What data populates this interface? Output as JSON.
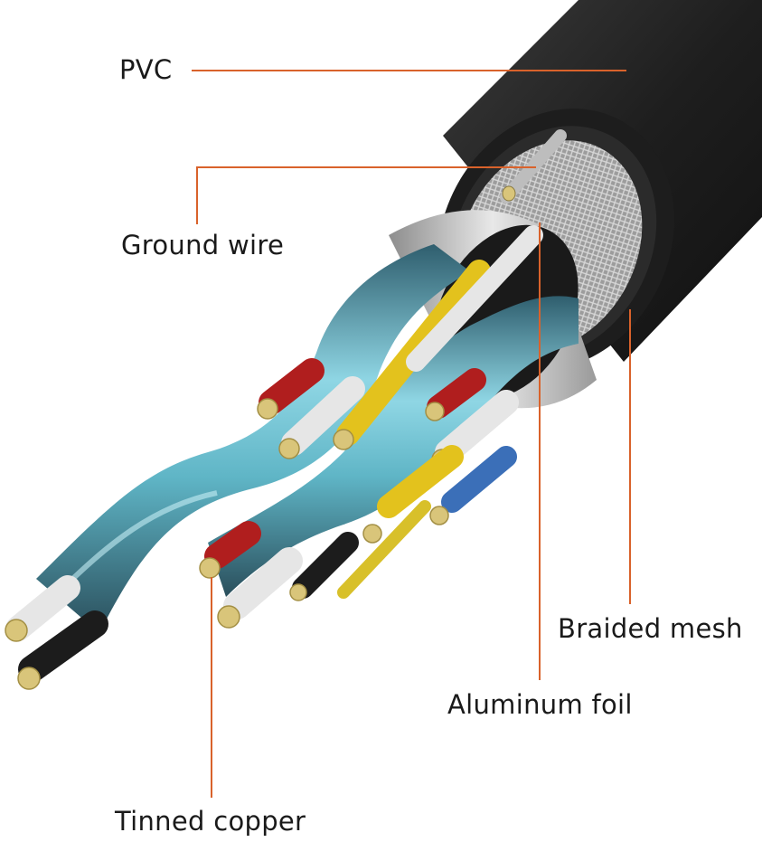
{
  "labels": {
    "pvc": "PVC",
    "ground_wire": "Ground wire",
    "braided_mesh": "Braided mesh",
    "aluminum_foil": "Aluminum foil",
    "tinned_copper": "Tinned copper"
  },
  "colors": {
    "leader_line": "#d9622b",
    "jacket": "#222222",
    "pair_shield": "#6ec3d4",
    "wire_red": "#b01e1e",
    "wire_white": "#e6e6e6",
    "wire_yellow": "#e3c21d",
    "wire_blue": "#3b6fb8",
    "wire_black": "#1c1c1c",
    "conductor": "#d9c57a"
  }
}
